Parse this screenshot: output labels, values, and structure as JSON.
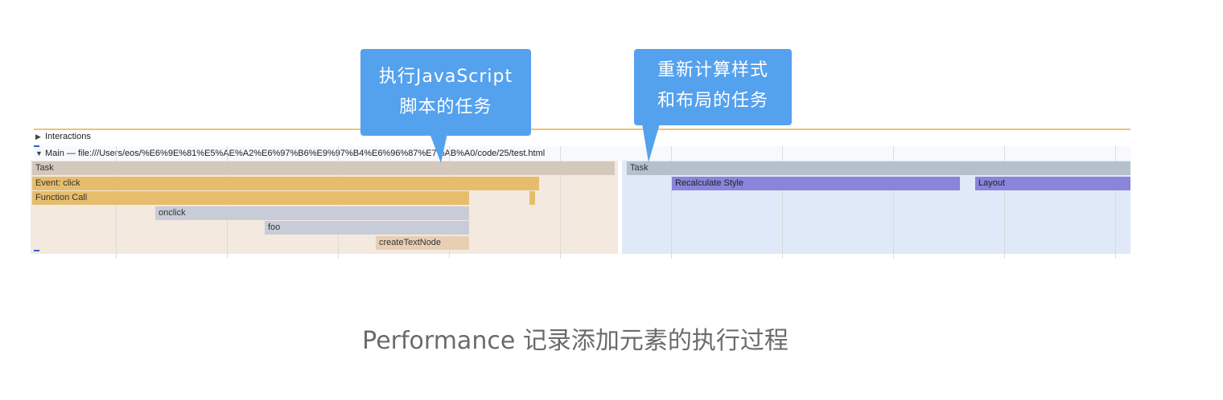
{
  "callouts": {
    "js_task": {
      "line1": "执行JavaScript",
      "line2": "脚本的任务"
    },
    "style_task": {
      "line1": "重新计算样式",
      "line2": "和布局的任务"
    }
  },
  "tracks": {
    "interactions_label": "Interactions",
    "interactions_toggle": "▶",
    "main_toggle": "▼",
    "main_label": "Main — file:///Users/eos/%E6%9E%81%E5%AE%A2%E6%97%B6%E9%97%B4%E6%96%87%E7%AB%A0/code/25/test.html"
  },
  "flame_left": {
    "task": "Task",
    "event": "Event: click",
    "function_call": "Function Call",
    "onclick": "onclick",
    "foo": "foo",
    "create_text_node": "createTextNode"
  },
  "flame_right": {
    "task": "Task",
    "recalc": "Recalculate Style",
    "layout": "Layout"
  },
  "colors": {
    "callout": "#54a1ee",
    "task_left": "#d4c7bb",
    "event": "#e6bd6c",
    "js_frame": "#c8ccd8",
    "rendering": "#8a85da",
    "zone_scripting": "#f3e9df",
    "zone_rendering": "#dfe9f7"
  },
  "caption": "Performance 记录添加元素的执行过程"
}
